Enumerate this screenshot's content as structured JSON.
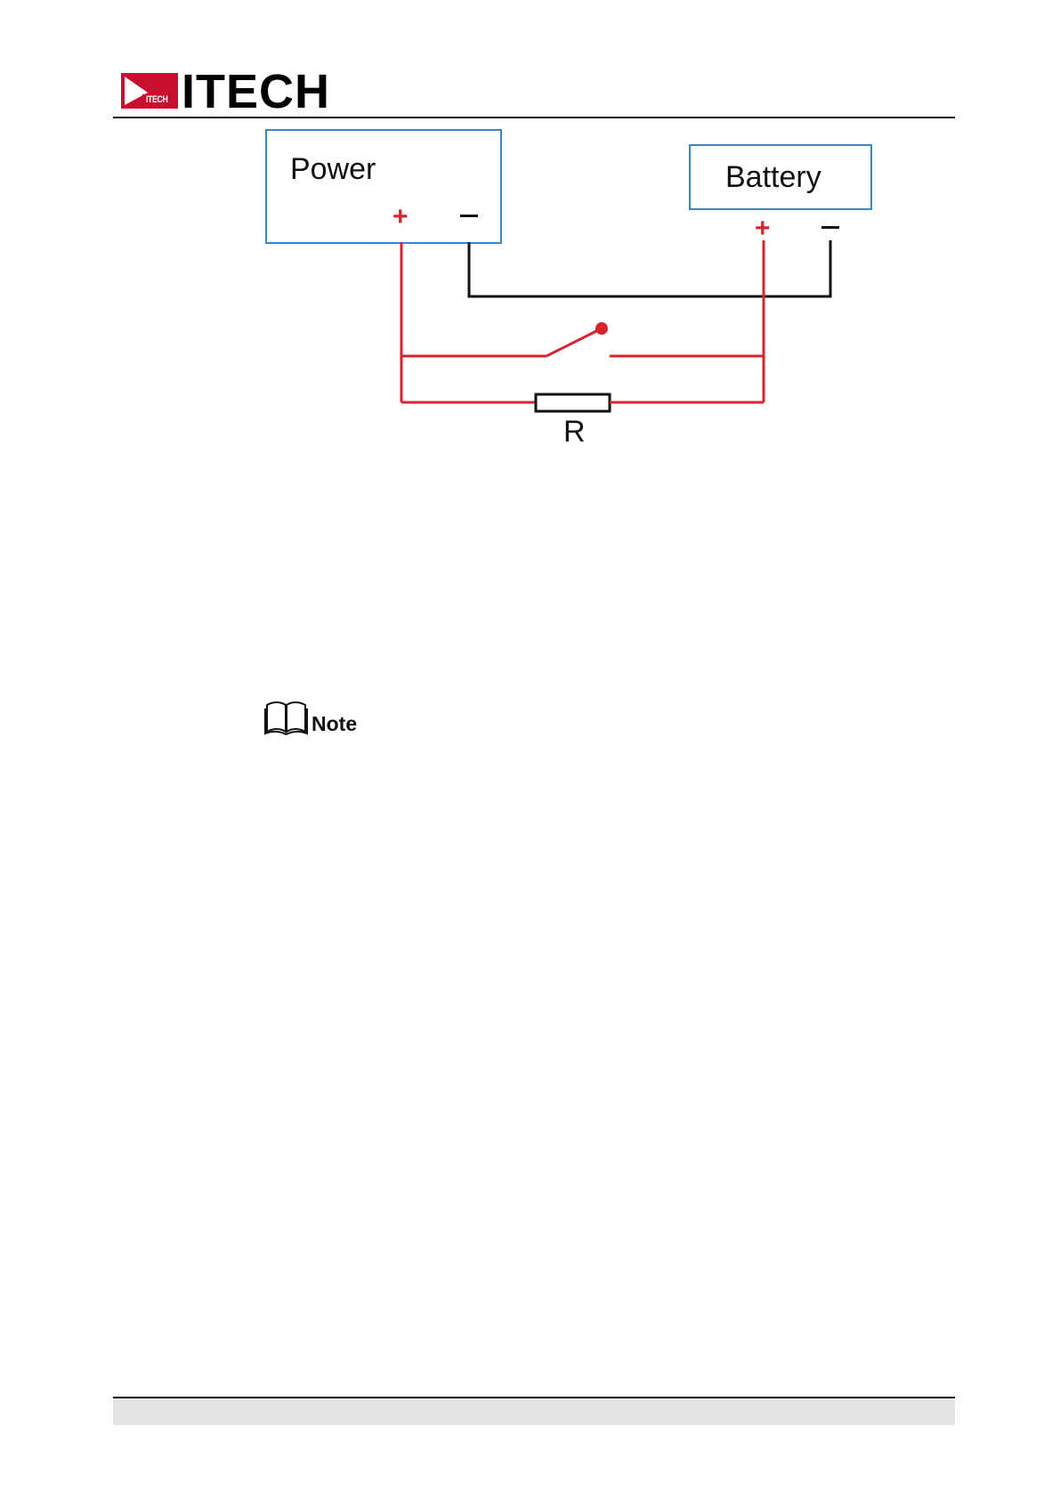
{
  "header": {
    "logo_mark_text": "ITECH",
    "logo_wordmark": "ITECH"
  },
  "diagram": {
    "power_label": "Power",
    "battery_label": "Battery",
    "plus_symbol": "+",
    "resistor_label": "R",
    "colors": {
      "positive_wire": "#d9232e",
      "negative_wire": "#111111",
      "box_border": "#3a86c8"
    }
  },
  "note": {
    "label": "Note"
  }
}
